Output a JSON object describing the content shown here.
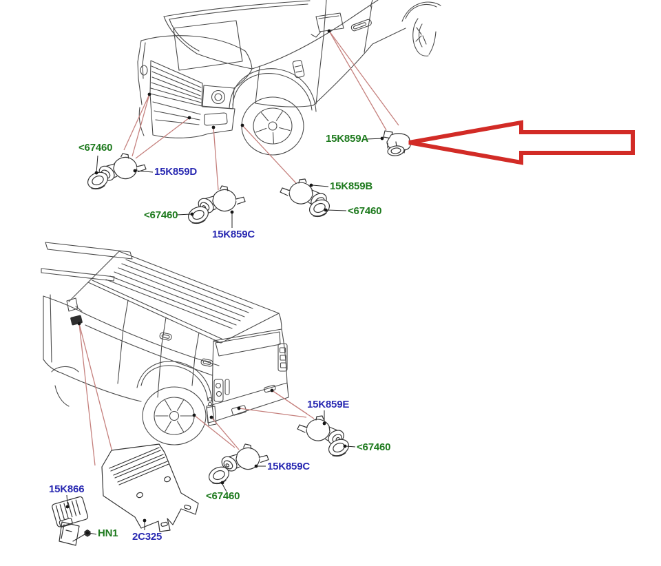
{
  "diagram": {
    "palette": {
      "background": "#ffffff",
      "blue": "#2a2ab2",
      "green": "#1e7a1e",
      "leader": "#c5807d",
      "arrow": "#d22b26",
      "line": "#4a4a4a"
    },
    "front_view": {
      "callouts": [
        {
          "id": "grommet-front-left",
          "text": "<67460",
          "color": "#1e7a1e"
        },
        {
          "id": "sensor-front-left",
          "text": "15K859D",
          "color": "#2a2ab2"
        },
        {
          "id": "grommet-front-center",
          "text": "<67460",
          "color": "#1e7a1e"
        },
        {
          "id": "sensor-front-center",
          "text": "15K859C",
          "color": "#2a2ab2"
        },
        {
          "id": "sensor-front-right",
          "text": "15K859B",
          "color": "#1e7a1e"
        },
        {
          "id": "grommet-front-right",
          "text": "<67460",
          "color": "#1e7a1e"
        },
        {
          "id": "sensor-side",
          "text": "15K859A",
          "color": "#1e7a1e"
        }
      ]
    },
    "rear_view": {
      "callouts": [
        {
          "id": "sensor-rear-outer",
          "text": "15K859E",
          "color": "#2a2ab2"
        },
        {
          "id": "grommet-rear-right",
          "text": "<67460",
          "color": "#1e7a1e"
        },
        {
          "id": "sensor-rear-center",
          "text": "15K859C",
          "color": "#2a2ab2"
        },
        {
          "id": "grommet-rear-left",
          "text": "<67460",
          "color": "#1e7a1e"
        },
        {
          "id": "module",
          "text": "15K866",
          "color": "#2a2ab2"
        },
        {
          "id": "nut",
          "text": "HN1",
          "color": "#1e7a1e"
        },
        {
          "id": "bracket",
          "text": "2C325",
          "color": "#2a2ab2"
        }
      ]
    },
    "arrow": {
      "color": "#d22b26"
    }
  }
}
